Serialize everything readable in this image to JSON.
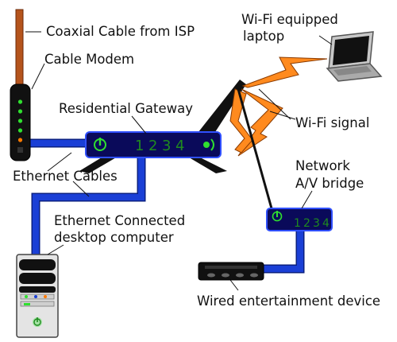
{
  "labels": {
    "coax": "Coaxial Cable from ISP",
    "modem": "Cable Modem",
    "gateway": "Residential Gateway",
    "laptop_line1": "Wi-Fi equipped",
    "laptop_line2": "laptop",
    "wifi_signal": "Wi-Fi signal",
    "bridge_line1": "Network",
    "bridge_line2": "A/V bridge",
    "ethernet": "Ethernet Cables",
    "desktop_line1": "Ethernet Connected",
    "desktop_line2": "desktop computer",
    "entertainment": "Wired entertainment device"
  },
  "gateway_ports": [
    "1",
    "2",
    "3",
    "4"
  ],
  "bridge_ports": [
    "1",
    "2",
    "3",
    "4"
  ],
  "colors": {
    "cable": "#1a3fd6",
    "cable_outline": "#0a1f80",
    "device_body": "#0a0a5a",
    "device_edge": "#3050ff",
    "wifi": "#ff8a1e",
    "coax": "#b5541c",
    "led_green": "#2fe02f",
    "led_orange": "#ff7a00",
    "port_green": "#1f8a1f"
  },
  "icons": [
    "power-icon",
    "wifi-icon"
  ]
}
